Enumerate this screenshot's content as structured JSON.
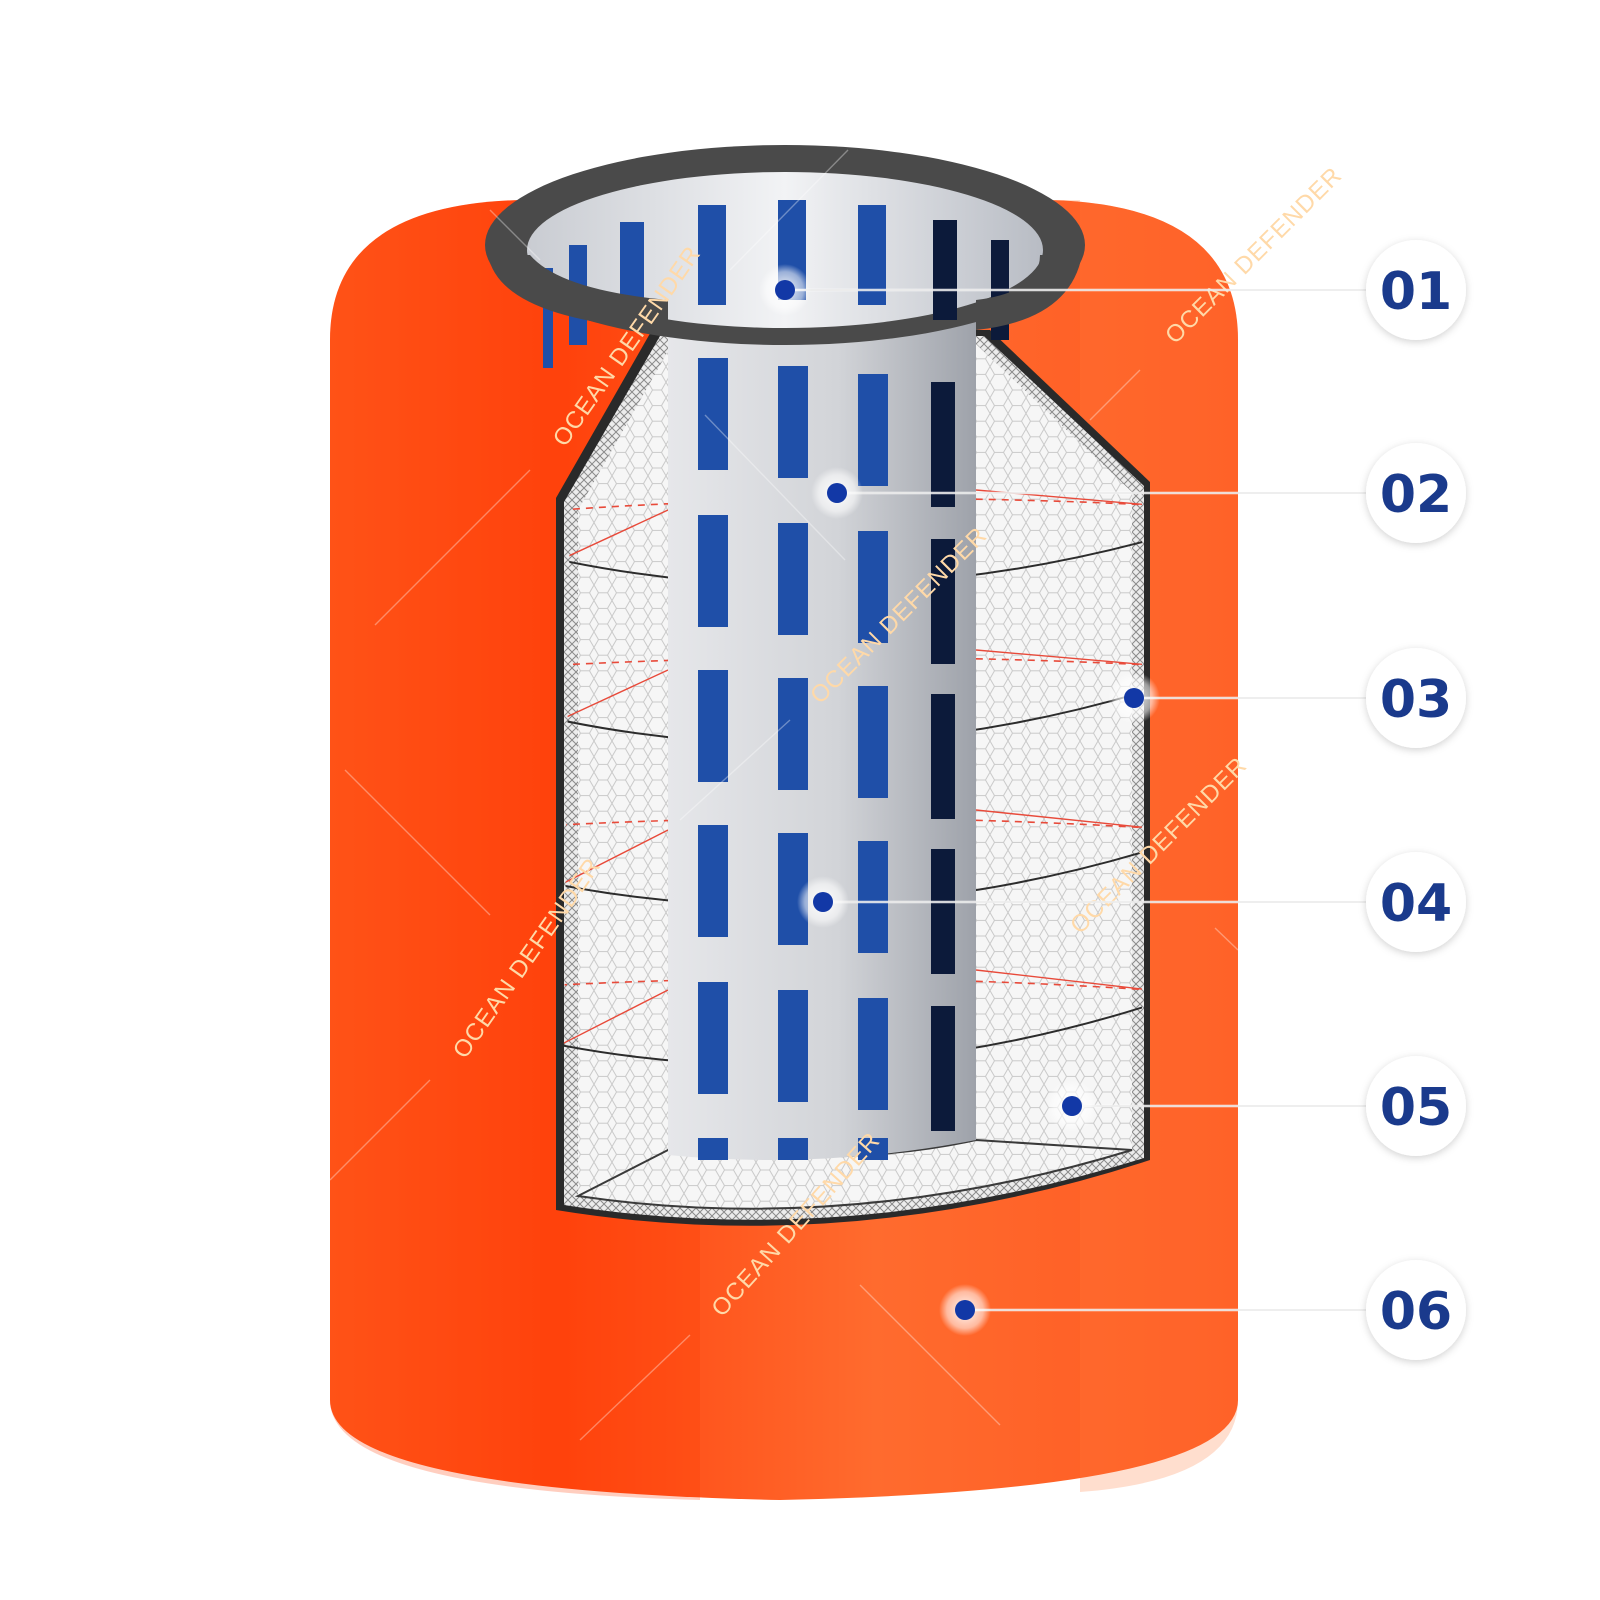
{
  "watermark": {
    "text": "OCEAN DEFENDER",
    "color": "#ffd9a8"
  },
  "colors": {
    "orange_body": "#ff5a1f",
    "orange_dark": "#ff3b00",
    "orange_light": "#ff7a3d",
    "rubber_rim": "#4a4a4a",
    "inner_pipe": "#d9dadd",
    "slot_blue": "#1f4fa8",
    "foam_fill": "#f4f4f4",
    "callout_text": "#1a3a8c",
    "marker_blue": "#1238a6",
    "ring_red": "#e84a3a"
  },
  "callouts": [
    {
      "label": "01"
    },
    {
      "label": "02"
    },
    {
      "label": "03"
    },
    {
      "label": "04"
    },
    {
      "label": "05"
    },
    {
      "label": "06"
    }
  ]
}
